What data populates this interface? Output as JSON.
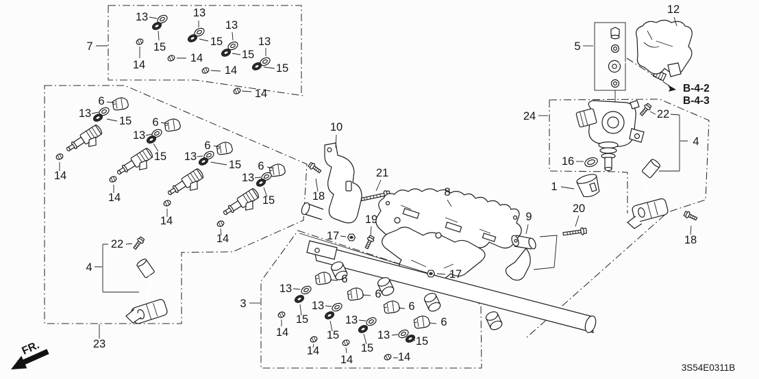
{
  "figure": {
    "diagram_code": "3S54E0311B",
    "direction_label": "FR.",
    "ref_b42": "B-4-2",
    "ref_b43": "B-4-3"
  },
  "callouts": {
    "p1": "1",
    "p3": "3",
    "p4": "4",
    "p5": "5",
    "p6": "6",
    "p7": "7",
    "p8": "8",
    "p9": "9",
    "p10": "10",
    "p12": "12",
    "p13": "13",
    "p14": "14",
    "p15": "15",
    "p16": "16",
    "p17": "17",
    "p18": "18",
    "p19": "19",
    "p20": "20",
    "p21": "21",
    "p22": "22",
    "p23": "23",
    "p24": "24"
  }
}
